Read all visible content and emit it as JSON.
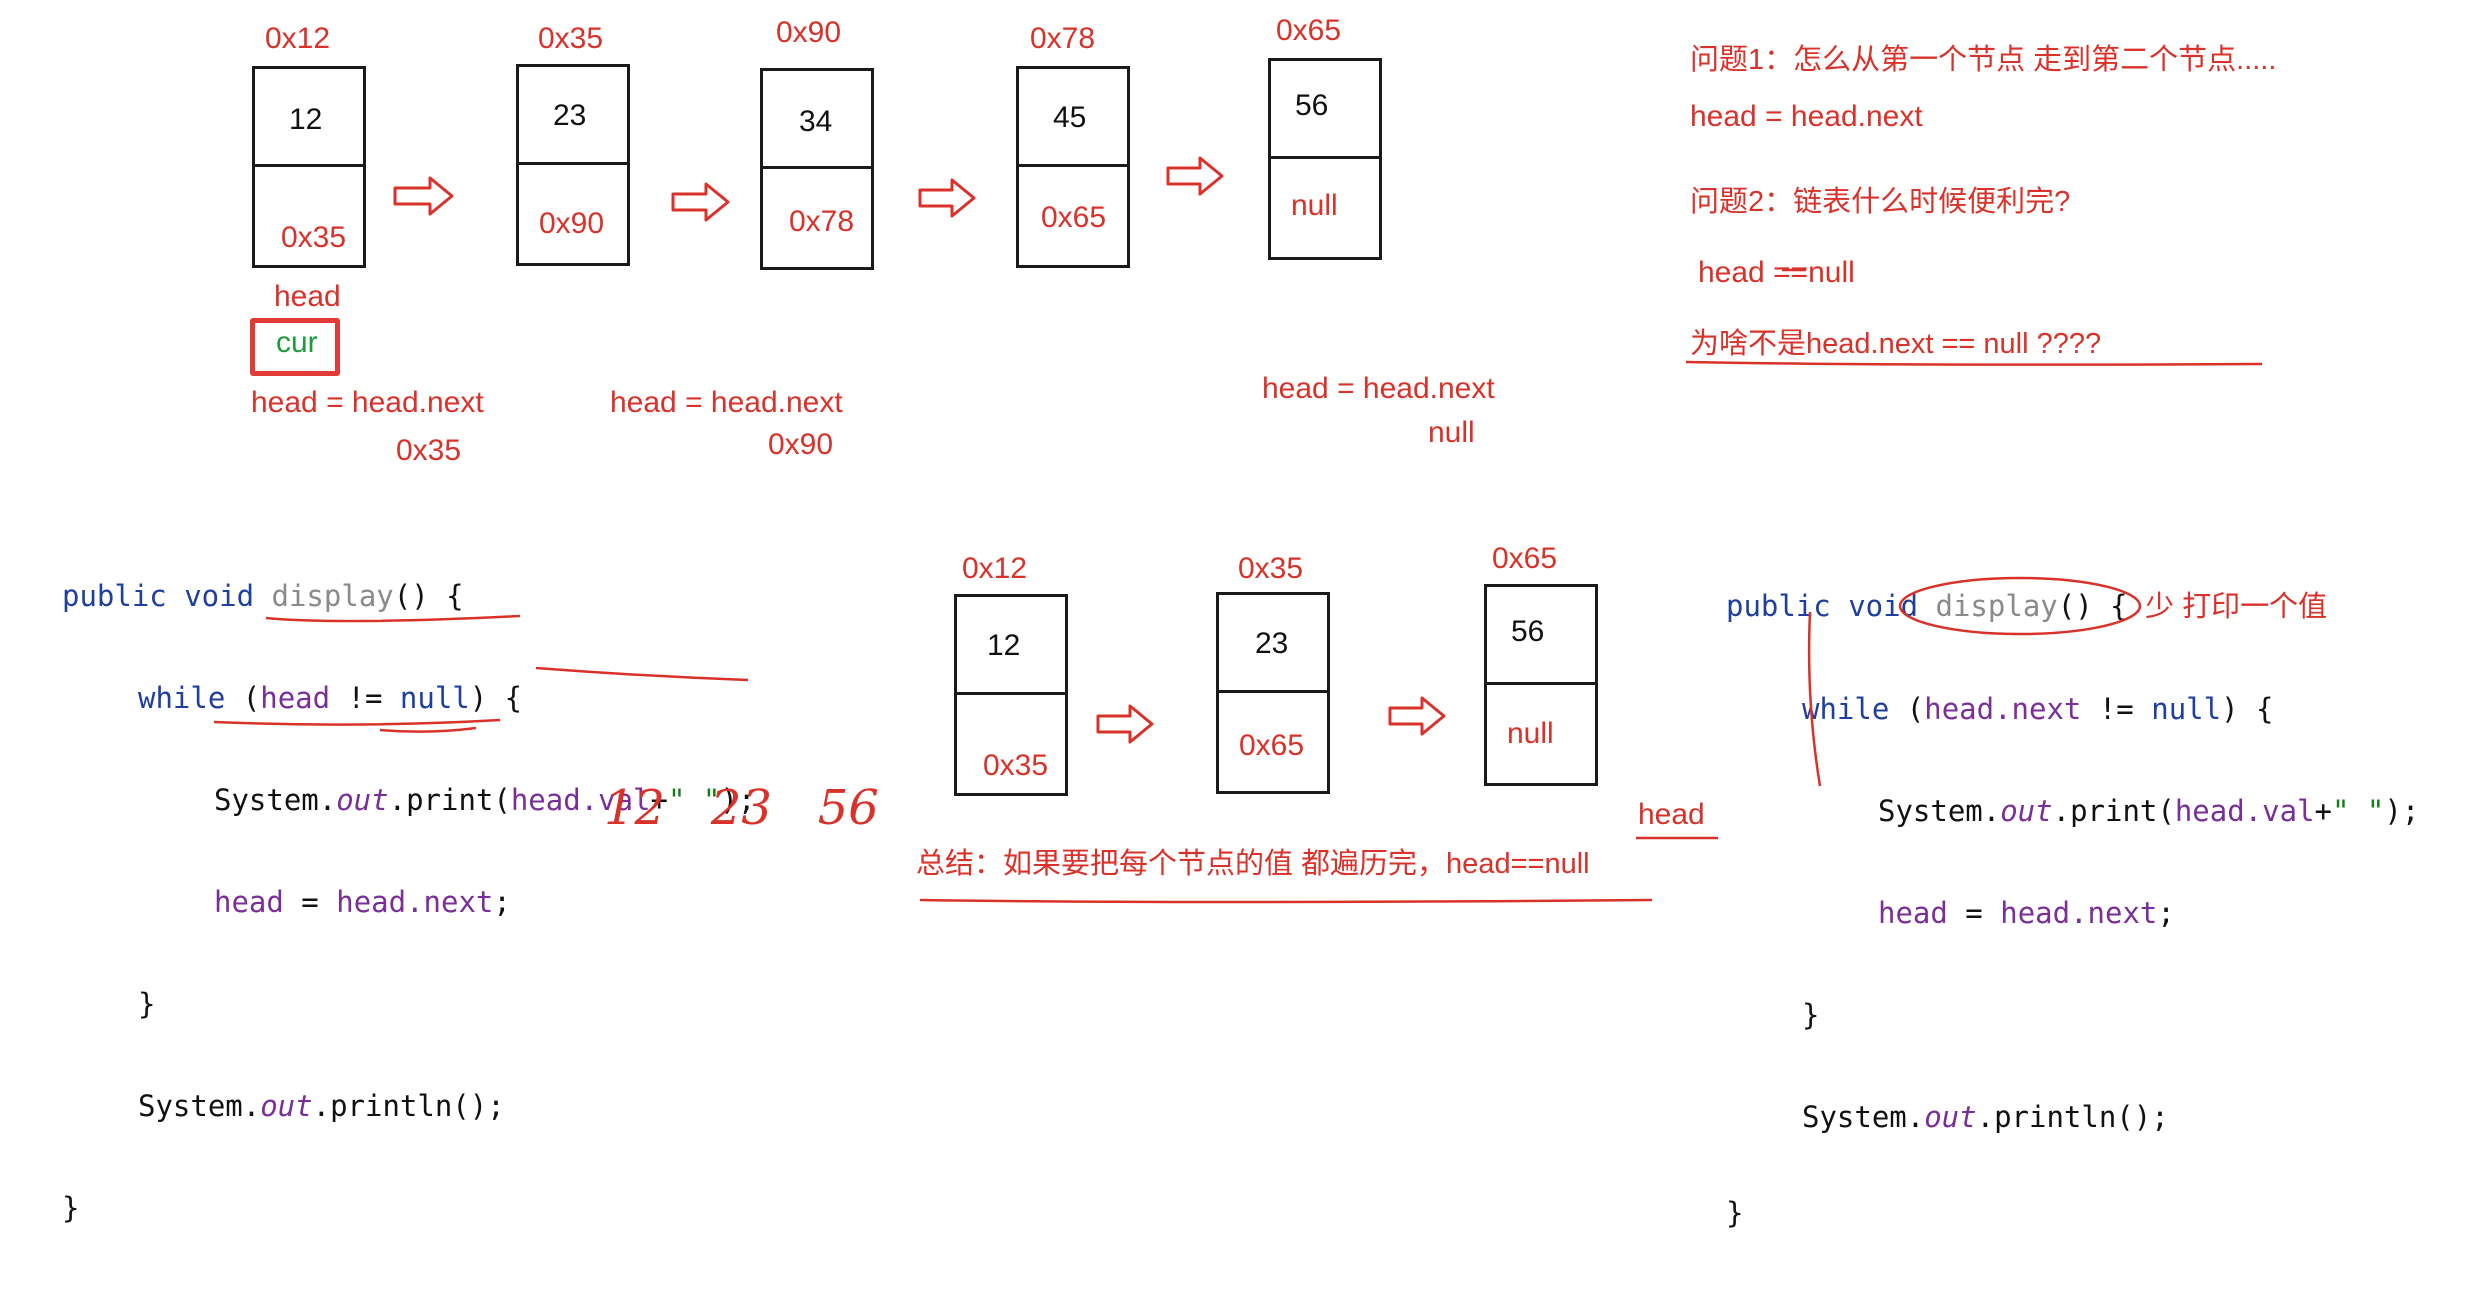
{
  "top_nodes": [
    {
      "addr": "0x12",
      "val": "12",
      "next": "0x35"
    },
    {
      "addr": "0x35",
      "val": "23",
      "next": "0x90"
    },
    {
      "addr": "0x90",
      "val": "34",
      "next": "0x78"
    },
    {
      "addr": "0x78",
      "val": "45",
      "next": "0x65"
    },
    {
      "addr": "0x65",
      "val": "56",
      "next": "null"
    }
  ],
  "top_labels": {
    "head": "head",
    "cur": "cur",
    "step1": "head = head.next",
    "step1_val": "0x35",
    "step2": "head = head.next",
    "step2_val": "0x90",
    "step3": "head = head.next",
    "step3_val": "null"
  },
  "questions": {
    "q1": "问题1：怎么从第一个节点 走到第二个节点.....",
    "a1": "head = head.next",
    "q2": "问题2：链表什么时候便利完?",
    "a2": "head ==null",
    "q3": "为啥不是head.next == null   ????"
  },
  "code_left": {
    "sig_kw": "public void ",
    "sig_fn": "display",
    "sig_end": "() {",
    "while_kw": "while",
    "while_open": " (",
    "while_head": "head",
    "while_cond": " != ",
    "while_null": "null",
    "while_close": ") {",
    "print_pre": "System.",
    "print_out": "out",
    "print_mid": ".print(",
    "print_head": "head",
    "print_val": ".val",
    "print_plus": "+",
    "print_str": "\" \"",
    "print_end": ");",
    "assign_head": "head",
    "assign_eq": " = ",
    "assign_rhs_head": "head",
    "assign_rhs_next": ".next",
    "assign_end": ";",
    "close_inner": "}",
    "println_pre": "System.",
    "println_out": "out",
    "println_end": ".println();",
    "close_outer": "}"
  },
  "output_note": "12   23   56",
  "bottom_nodes": [
    {
      "addr": "0x12",
      "val": "12",
      "next": "0x35"
    },
    {
      "addr": "0x35",
      "val": "23",
      "next": "0x65"
    },
    {
      "addr": "0x65",
      "val": "56",
      "next": "null"
    }
  ],
  "summary": "总结：如果要把每个节点的值 都遍历完，head==null",
  "summary_head": "head",
  "code_right": {
    "sig_kw": "public void ",
    "sig_fn": "display",
    "sig_end": "() {",
    "note": "少 打印一个值",
    "while_kw": "while",
    "while_open": " (",
    "while_head": "head",
    "while_next": ".next",
    "while_cond": " != ",
    "while_null": "null",
    "while_close": ") {",
    "print_pre": "System.",
    "print_out": "out",
    "print_mid": ".print(",
    "print_head": "head",
    "print_val": ".val",
    "print_plus": "+",
    "print_str": "\" \"",
    "print_end": ");",
    "assign_head": "head",
    "assign_eq": " = ",
    "assign_rhs_head": "head",
    "assign_rhs_next": ".next",
    "assign_end": ";",
    "close_inner": "}",
    "println_pre": "System.",
    "println_out": "out",
    "println_end": ".println();",
    "close_outer": "}"
  },
  "colors": {
    "annotation": "#d8322a",
    "cur": "#1f9a3c",
    "keyword": "#1f3f9e",
    "field": "#7a2e98",
    "string": "#1a7a1a"
  }
}
